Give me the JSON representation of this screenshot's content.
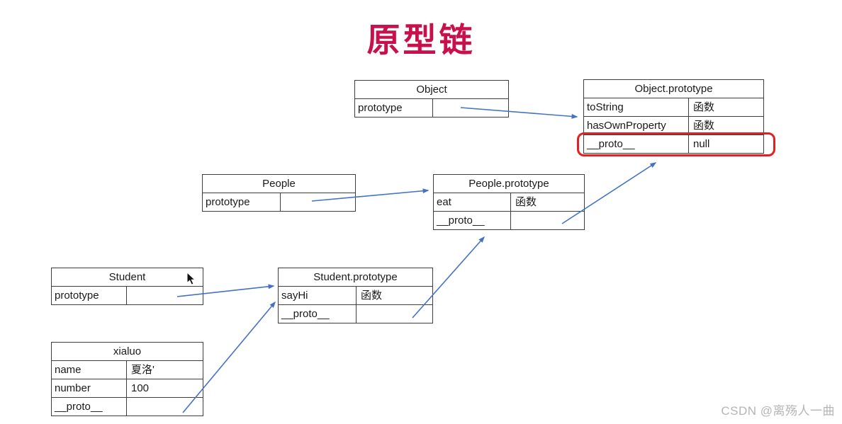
{
  "title": "原型链",
  "watermark": "CSDN @离殇人一曲",
  "colors": {
    "title_red": "#c8104a",
    "arrow_blue": "#4472c4",
    "highlight_red": "#e12121",
    "table_border": "#3d3d3d",
    "watermark_gray": "#b5b5b5"
  },
  "tables": {
    "object": {
      "title": "Object",
      "rows": [
        {
          "key": "prototype",
          "value": ""
        }
      ]
    },
    "object_prototype": {
      "title": "Object.prototype",
      "rows": [
        {
          "key": "toString",
          "value": "函数"
        },
        {
          "key": "hasOwnProperty",
          "value": "函数"
        },
        {
          "key": "__proto__",
          "value": "null"
        }
      ]
    },
    "people": {
      "title": "People",
      "rows": [
        {
          "key": "prototype",
          "value": ""
        }
      ]
    },
    "people_prototype": {
      "title": "People.prototype",
      "rows": [
        {
          "key": "eat",
          "value": "函数"
        },
        {
          "key": "__proto__",
          "value": ""
        }
      ]
    },
    "student": {
      "title": "Student",
      "rows": [
        {
          "key": "prototype",
          "value": ""
        }
      ]
    },
    "student_prototype": {
      "title": "Student.prototype",
      "rows": [
        {
          "key": "sayHi",
          "value": "函数"
        },
        {
          "key": "__proto__",
          "value": ""
        }
      ]
    },
    "xialuo": {
      "title": "xialuo",
      "rows": [
        {
          "key": "name",
          "value": "夏洛'"
        },
        {
          "key": "number",
          "value": "100"
        },
        {
          "key": "__proto__",
          "value": ""
        }
      ]
    }
  }
}
